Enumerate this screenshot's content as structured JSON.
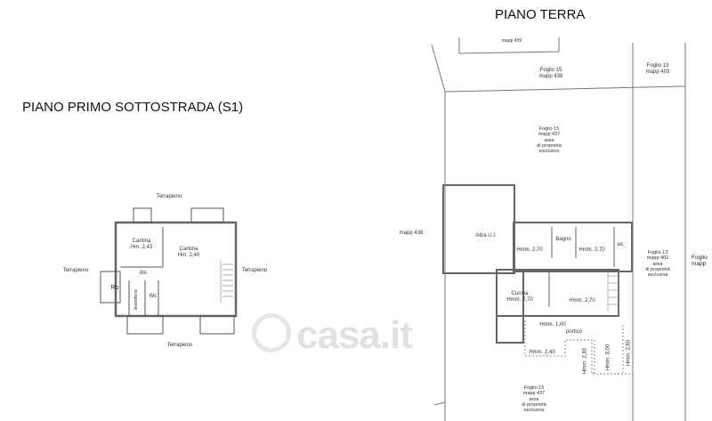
{
  "titles": {
    "basement": "PIANO PRIMO SOTTOSTRADA (S1)",
    "ground": "PIANO TERRA"
  },
  "basement": {
    "terrapieno": "Terrapieno",
    "cantina1": "Cantina",
    "cantina1_h": "Hm. 2,43",
    "cantina2": "Cantina",
    "cantina2_h": "Hm. 2,40",
    "ds": "dis",
    "ro": "Ro",
    "wc": "Wc",
    "lavanderia": "lavanderia"
  },
  "ground": {
    "mapp459": "mapp 459",
    "f15_438": [
      "Foglio 15",
      "mapp 438"
    ],
    "f13_403": [
      "Foglio 13",
      "mapp 403"
    ],
    "f15_437_top": [
      "Foglio 15",
      "mapp 437",
      "area",
      "di proprietà",
      "esclusiva"
    ],
    "mapp436": "mapp 436",
    "altra": "Altra U.I.",
    "bagno": "Bagno",
    "room_h1": "Hmm. 2,70",
    "room_h2": "Hmm. 2,70",
    "wc": "wc",
    "cucina": "Cucina",
    "cucina_h": "Hmm. 2,70",
    "soggiorno_h": "Hmm. 2,70",
    "portico_h": "Hmm. 1,00",
    "portico": "portico",
    "h240": "Hmm. 2,40",
    "h280": "Hmm. 2,80",
    "h300": "Hmm. 3,00",
    "h260": "Hmm. 2,60",
    "f13_402": [
      "Foglio 13",
      "mapp 402",
      "area",
      "di proprietà",
      "esclusiva"
    ],
    "f_right": [
      "Foglio",
      "mapp"
    ],
    "f15_437_bottom": [
      "Foglio 15",
      "mapp 437",
      "area",
      "di proprietà",
      "esclusiva"
    ]
  },
  "watermark": "casa.it"
}
